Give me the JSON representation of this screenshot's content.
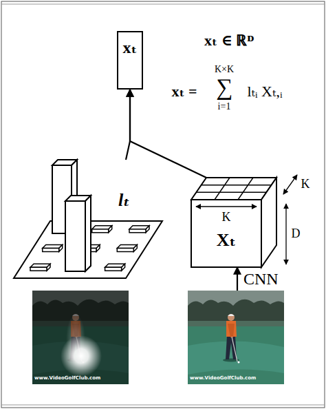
{
  "diagram": {
    "nodes": [
      {
        "text": [
          "xₜ"
        ]
      },
      {
        "text": [
          "lₜ"
        ]
      },
      {
        "text": [
          "Xₜ"
        ]
      },
      {
        "text": [
          "www.VideoGolfClub.com"
        ]
      },
      {
        "text": [
          "www.VideoGolfClub.com"
        ]
      }
    ],
    "edges": [
      {
        "from": 1,
        "to": 0,
        "arrow": "to"
      },
      {
        "from": 2,
        "to": 0,
        "arrow": "to"
      },
      {
        "from": 4,
        "to": 2,
        "arrow": "to",
        "label": "CNN"
      }
    ],
    "labels": [
      "xₜ ∈ ℝᴰ",
      "xₜ =",
      "K×K",
      "∑",
      "i=1",
      "lₜᵢ Xₜ,ᵢ",
      "K",
      "K",
      "D"
    ]
  }
}
